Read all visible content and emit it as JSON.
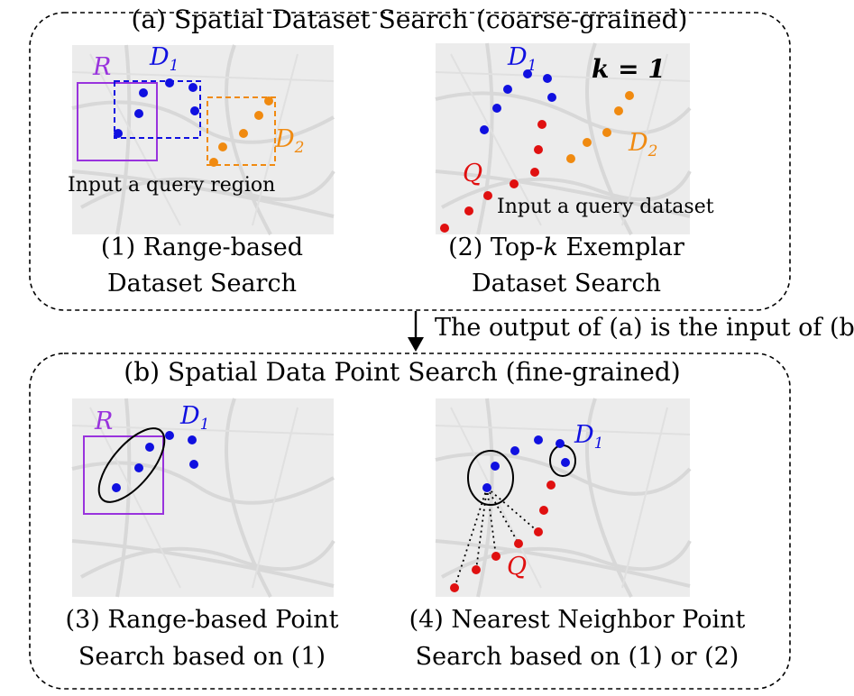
{
  "panel_a": {
    "title": "(a) Spatial Dataset Search (coarse-grained)",
    "map1": {
      "caption1": "(1) Range-based",
      "caption2": "Dataset Search",
      "note": "Input a query region",
      "r_label": "R",
      "d1": "D",
      "d1_sub": "1",
      "d2": "D",
      "d2_sub": "2"
    },
    "map2": {
      "caption1": "(2) Top-",
      "caption1_k": "k",
      "caption1_rest": " Exemplar",
      "caption2": "Dataset Search",
      "note": "Input a query dataset",
      "k_eq": "k = 1",
      "q_label": "Q",
      "d1": "D",
      "d1_sub": "1",
      "d2": "D",
      "d2_sub": "2"
    }
  },
  "arrow": {
    "text": "The output of (a) is the input of (b)"
  },
  "panel_b": {
    "title": "(b) Spatial Data Point Search (fine-grained)",
    "map3": {
      "caption1": "(3) Range-based Point",
      "caption2": "Search based on (1)",
      "r_label": "R",
      "d1": "D",
      "d1_sub": "1"
    },
    "map4": {
      "caption1": "(4) Nearest Neighbor Point",
      "caption2": "Search based on (1) or (2)",
      "q_label": "Q",
      "d1": "D",
      "d1_sub": "1"
    }
  },
  "colors": {
    "blue": "#1010e0",
    "red": "#e01010",
    "orange": "#f08a10",
    "purple": "#9933dd",
    "map_bg": "#ececec",
    "road": "#dcdcdc"
  }
}
